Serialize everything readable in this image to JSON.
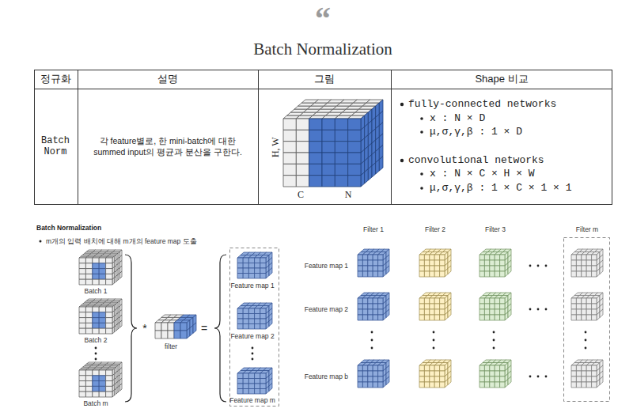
{
  "diagram": {
    "title": "Batch Normalization",
    "labels": [
      "“",
      "정규화",
      "설명",
      "그림",
      "Shape 비교",
      "Batch Norm",
      "각 feature별로, 한 mini-batch에 대한 summed input의 평균과 분산을 구한다.",
      "H, W",
      "C",
      "N",
      "fully-connected networks",
      "x : N × D",
      "μ,σ,γ,β : 1 × D",
      "convolutional networks",
      "x : N × C × H × W",
      "μ,σ,γ,β : 1 × C × 1 × 1",
      "Batch Normalization",
      "m개의 입력 배치에 대해 m개의 feature map 도출",
      "Batch 1",
      "Batch 2",
      "Batch m",
      "*",
      "filter",
      "=",
      "Feature map 1",
      "Feature map 2",
      "Feature map m",
      "Filter 1",
      "Filter 2",
      "Filter 3",
      "Filter m",
      "Feature map 1",
      "Feature map 2",
      "Feature map b"
    ]
  }
}
